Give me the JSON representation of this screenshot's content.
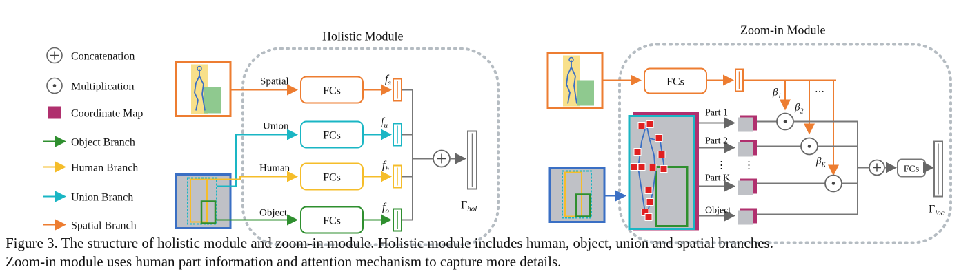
{
  "legend": {
    "concat": "Concatenation",
    "mult": "Multiplication",
    "coord": "Coordinate Map",
    "object": "Object Branch",
    "human": "Human Branch",
    "union": "Union Branch",
    "spatial": "Spatial Branch"
  },
  "holistic": {
    "title": "Holistic Module",
    "branches": [
      {
        "label": "Spatial",
        "fc": "FCs",
        "feat": "f",
        "sub": "s"
      },
      {
        "label": "Union",
        "fc": "FCs",
        "feat": "f",
        "sub": "u"
      },
      {
        "label": "Human",
        "fc": "FCs",
        "feat": "f",
        "sub": "h"
      },
      {
        "label": "Object",
        "fc": "FCs",
        "feat": "f",
        "sub": "o"
      }
    ],
    "output": "Γ",
    "output_sub": "hol"
  },
  "zoom": {
    "title": "Zoom-in Module",
    "fc": "FCs",
    "parts": [
      "Part 1",
      "Part 2",
      "Part K",
      "Object"
    ],
    "dots": "⋮",
    "hdots": "···",
    "betas": [
      {
        "b": "β",
        "s": "1"
      },
      {
        "b": "β",
        "s": "2"
      },
      {
        "b": "β",
        "s": "K"
      }
    ],
    "final_fc": "FCs",
    "output": "Γ",
    "output_sub": "loc"
  },
  "colors": {
    "orange": "#ed7d31",
    "cyan": "#1ab6c4",
    "yellow": "#f5bd2a",
    "green": "#2f8f2f",
    "blue": "#3a6fc4",
    "magenta": "#b0306e",
    "grey": "#777777"
  },
  "caption": {
    "line1": "Figure 3. The structure of holistic module and zoom-in module.  Holistic module includes human, object, union and spatial branches.",
    "line2": "Zoom-in module uses human part information and attention mechanism to capture more details."
  }
}
